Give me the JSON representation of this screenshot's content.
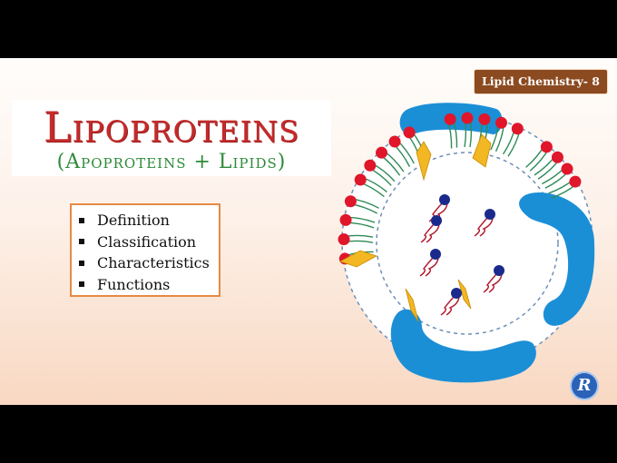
{
  "slide": {
    "series_badge": "Lipid Chemistry- 8",
    "title": "Lipoproteins",
    "subtitle": "(Apoproteins + Lipids)",
    "topics": [
      "Definition",
      "Classification",
      "Characteristics",
      "Functions"
    ]
  },
  "diagram": {
    "icon": "lipoprotein-particle-illustration",
    "colors": {
      "apoprotein_band": "#1b8fd6",
      "phospholipid_head": "#e0162b",
      "phospholipid_tail": "#2e8b57",
      "cholesterol": "#f2b722",
      "core_lipid_head": "#1a2a8c",
      "core_lipid_tail": "#b0172b",
      "membrane_outline": "#6d8fb8"
    }
  },
  "logo": {
    "icon": "channel-logo-icon"
  },
  "colors": {
    "title_red": "#c42b2b",
    "subtitle_green": "#2e8b3a",
    "badge_brown": "#8b4a20",
    "box_border_orange": "#e58a45"
  }
}
